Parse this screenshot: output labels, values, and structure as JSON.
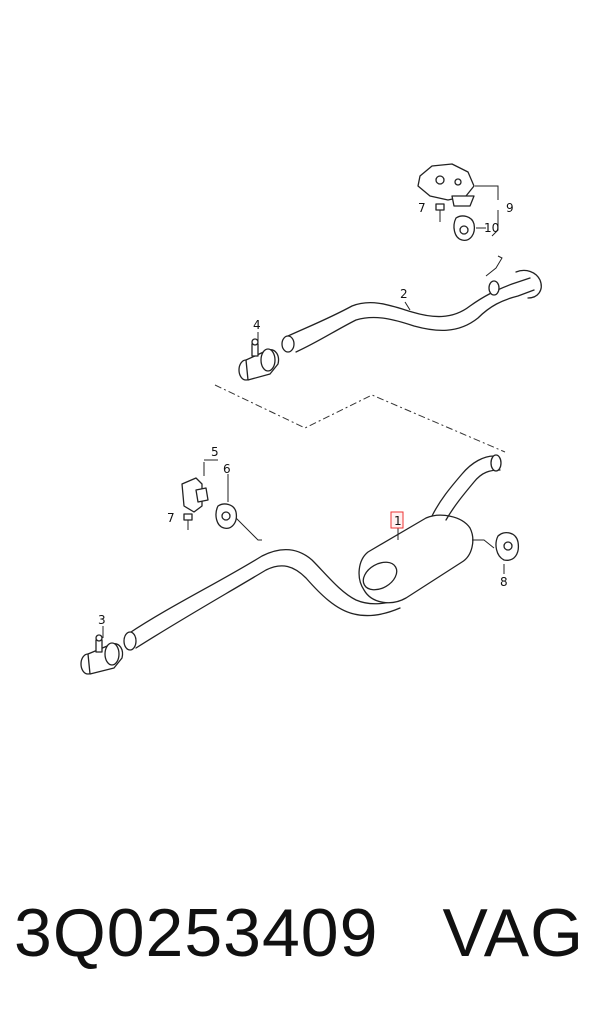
{
  "diagram": {
    "callouts": {
      "muffler": "1",
      "rear_pipe": "2",
      "front_clamp": "3",
      "rear_clamp": "4",
      "bracket_group": "5",
      "front_hanger": "6",
      "front_bolt": "7",
      "rear_bolt": "7",
      "middle_hanger": "8",
      "rear_bracket_group": "9",
      "rear_hanger": "10"
    }
  },
  "footer": {
    "part_number": "3Q0253409",
    "brand": "VAG"
  }
}
